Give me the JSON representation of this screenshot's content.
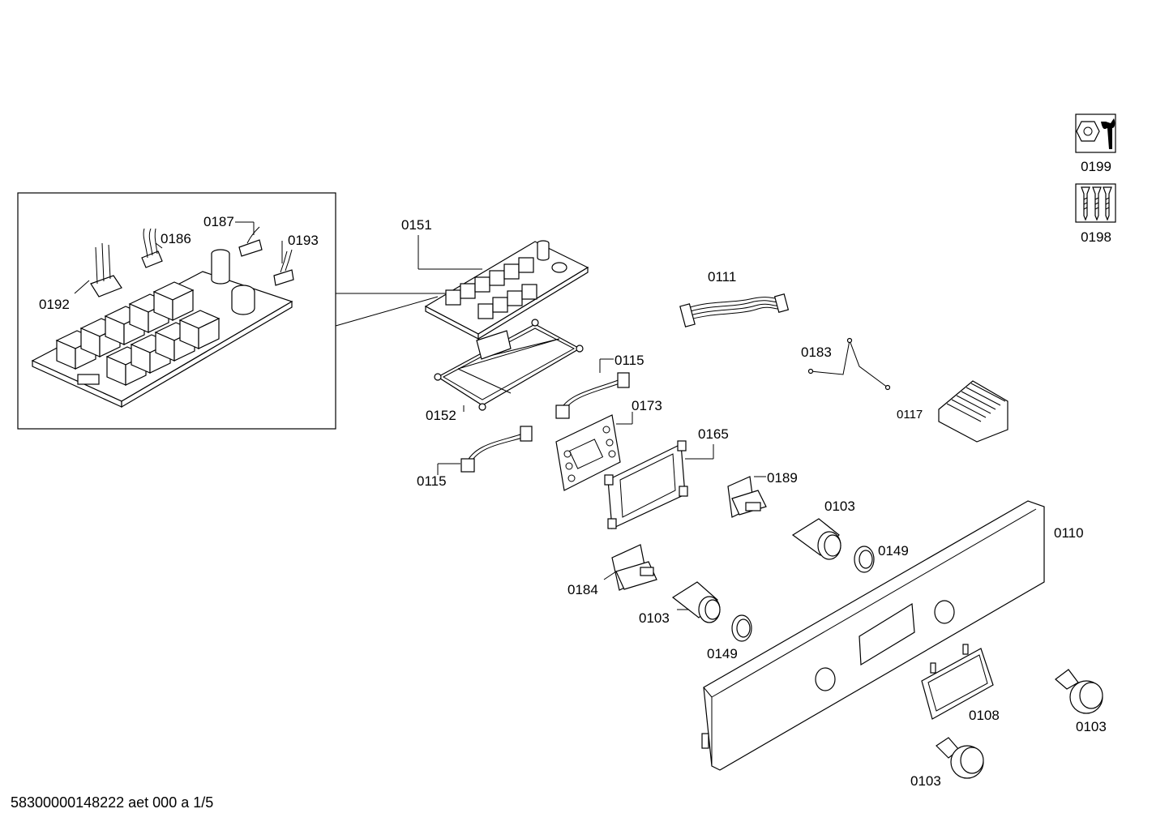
{
  "footer": "58300000148222 aet 000 a 1/5",
  "icons": [
    {
      "name": "tools-icon",
      "label": "0199"
    },
    {
      "name": "screws-icon",
      "label": "0198"
    }
  ],
  "labels": {
    "l0187": "0187",
    "l0186": "0186",
    "l0193": "0193",
    "l0192": "0192",
    "l0151": "0151",
    "l0111": "0111",
    "l0183": "0183",
    "l0117": "0117",
    "l0115a": "0115",
    "l0115b": "0115",
    "l0152": "0152",
    "l0173": "0173",
    "l0165": "0165",
    "l0189": "0189",
    "l0103a": "0103",
    "l0103b": "0103",
    "l0103c": "0103",
    "l0103d": "0103",
    "l0149a": "0149",
    "l0149b": "0149",
    "l0110": "0110",
    "l0184": "0184",
    "l0108": "0108"
  }
}
